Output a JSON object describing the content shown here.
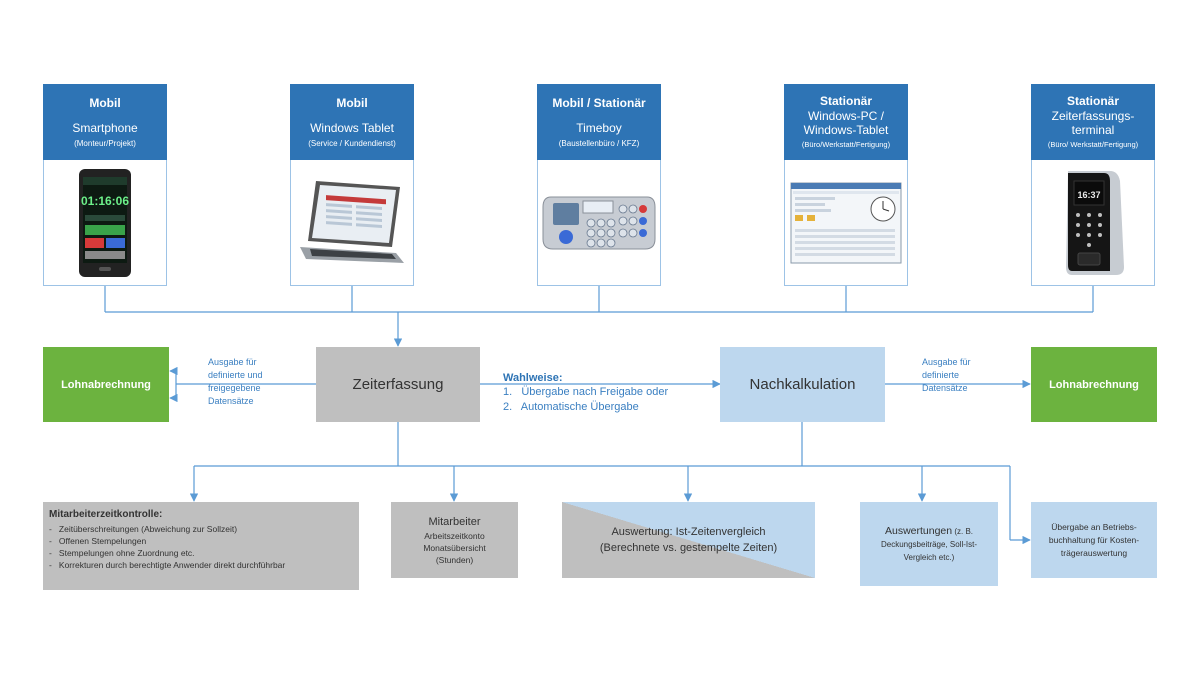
{
  "devices": [
    {
      "line1": "Mobil",
      "line2": "Smartphone",
      "line3": "(Monteur/Projekt)",
      "image_icon": "smartphone-icon",
      "screen_time": "01:16:06"
    },
    {
      "line1": "Mobil",
      "line2": "Windows Tablet",
      "line3": "(Service / Kundendienst)",
      "image_icon": "tablet-icon"
    },
    {
      "line1": "Mobil / Stationär",
      "line2": "Timeboy",
      "line3": "(Baustellenbüro / KFZ)",
      "image_icon": "timeboy-icon"
    },
    {
      "line1": "Stationär",
      "line2": "Windows-PC /\nWindows-Tablet",
      "line3": "(Büro/Werkstatt/Fertigung)",
      "image_icon": "windows-pc-icon"
    },
    {
      "line1": "Stationär",
      "line2": "Zeiterfassungs-\nterminal",
      "line3": "(Büro/ Werkstatt/Fertigung)",
      "image_icon": "terminal-icon",
      "screen_time": "16:37"
    }
  ],
  "middle": {
    "left_payroll": "Lohnabrechnung",
    "left_note": "Ausgabe für\ndefinierte und\nfreigegebene\nDatensätze",
    "time_tracking": "Zeiterfassung",
    "options_title": "Wahlweise:",
    "options": [
      "1.   Übergabe nach Freigabe oder",
      "2.   Automatische Übergabe"
    ],
    "post_calc": "Nachkalkulation",
    "right_note": "Ausgabe für\ndefinierte\nDatensätze",
    "right_payroll": "Lohnabrechnung"
  },
  "bottom": {
    "control_title": "Mitarbeiterzeitkontrolle:",
    "control_items": [
      "-   Zeitüberschreitungen (Abweichung zur Sollzeit)",
      "-   Offenen Stempelungen",
      "-   Stempelungen ohne Zuordnung etc.",
      "-   Korrekturen durch berechtigte Anwender direkt durchführbar"
    ],
    "employee_title": "Mitarbeiter",
    "employee_lines": "Arbeitszeitkonto\nMonatsübersicht\n(Stunden)",
    "comparison": "Auswertung: Ist-Zeitenvergleich\n(Berechnete vs. gestempelte Zeiten)",
    "evaluations_main": "Auswertungen",
    "evaluations_small": " (z. B. Deckungsbeiträge, Soll-Ist-Vergleich etc.)",
    "transfer": "Übergabe an Betriebs-\nbuchhaltung für Kosten-\nträgerauswertung"
  },
  "colors": {
    "blue": "#2e74b5",
    "light_blue": "#bdd7ee",
    "green": "#6cb33f",
    "grey": "#bfbfbf",
    "line": "#5b9bd5"
  }
}
